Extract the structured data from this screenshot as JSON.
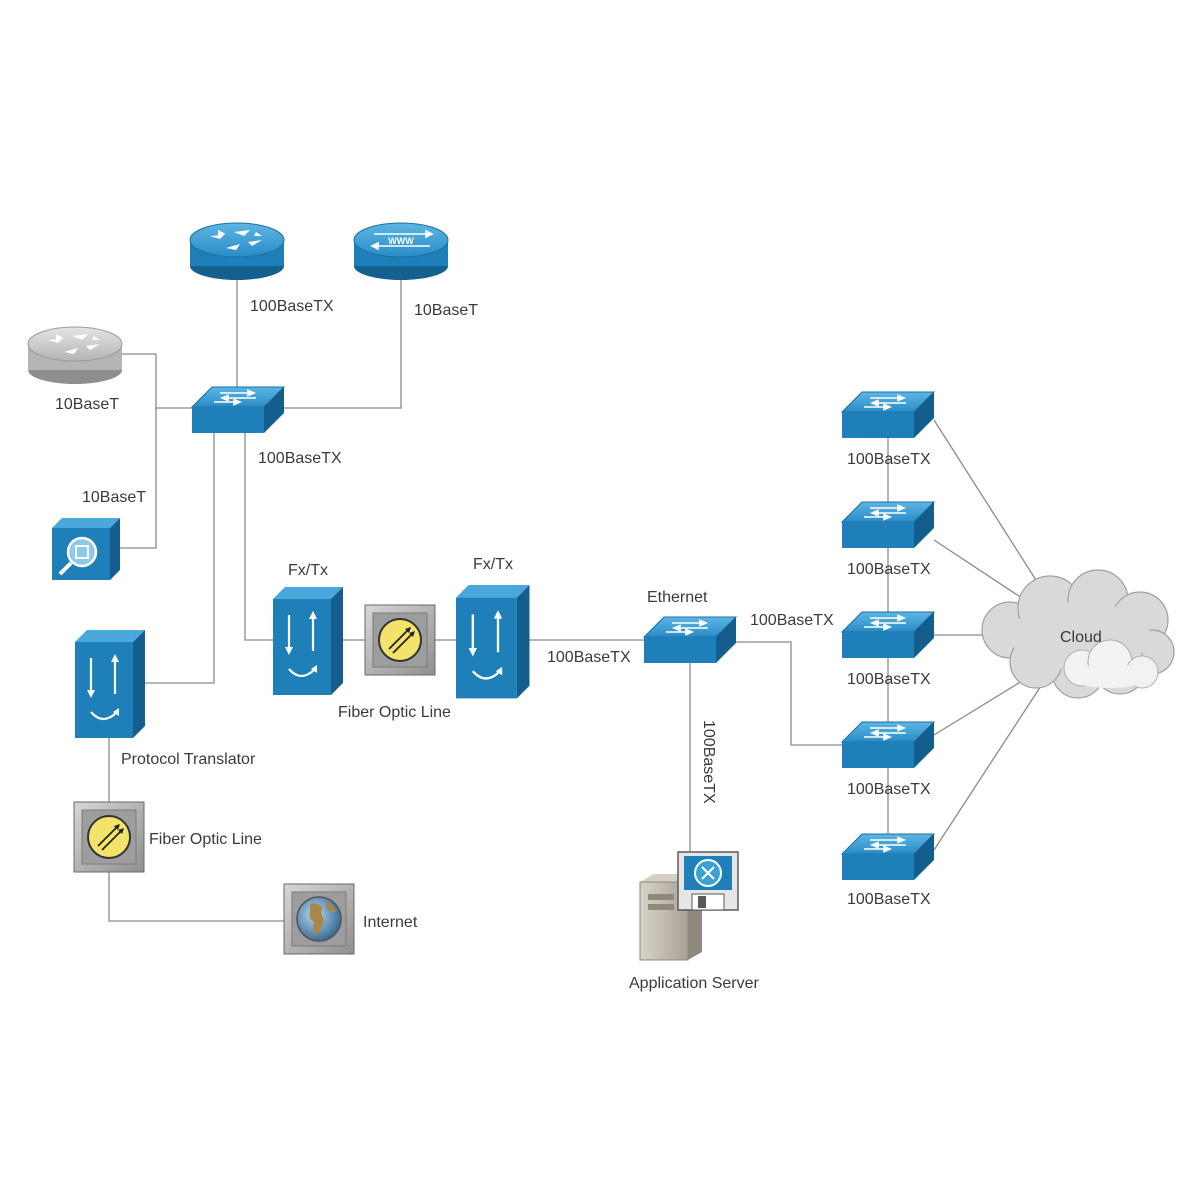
{
  "labels": {
    "router_top_speed": "100BaseTX",
    "www_router_speed": "10BaseT",
    "grey_router_speed": "10BaseT",
    "main_switch_speed": "100BaseTX",
    "monitor_speed": "10BaseT",
    "fxtx_left": "Fx/Tx",
    "fxtx_right": "Fx/Tx",
    "fiber_optic_middle": "Fiber Optic Line",
    "link_to_ethernet": "100BaseTX",
    "ethernet_switch": "Ethernet",
    "ethernet_to_switches": "100BaseTX",
    "server_link": "100BaseTX",
    "application_server": "Application Server",
    "protocol_translator": "Protocol Translator",
    "fiber_optic_left": "Fiber Optic Line",
    "internet": "Internet",
    "cloud": "Cloud",
    "stack_switch_1": "100BaseTX",
    "stack_switch_2": "100BaseTX",
    "stack_switch_3": "100BaseTX",
    "stack_switch_4": "100BaseTX",
    "stack_switch_5": "100BaseTX"
  },
  "icons": {
    "router": "router-icon",
    "www_router": "www-router-icon",
    "grey_router": "router-icon",
    "switch": "switch-icon",
    "monitor": "network-analyzer-icon",
    "fxtx": "media-converter-icon",
    "fiber": "fiber-optic-icon",
    "internet": "globe-icon",
    "server": "application-server-icon",
    "cloud": "cloud-icon"
  },
  "colors": {
    "device_blue": "#1f7fb8",
    "device_blue_light": "#3aa0d6",
    "device_blue_dark": "#14608e",
    "grey_device": "#b8b8b8",
    "line": "#8a8a8a",
    "fiber_yellow": "#f3e36a",
    "cloud": "#d9d9d9"
  }
}
